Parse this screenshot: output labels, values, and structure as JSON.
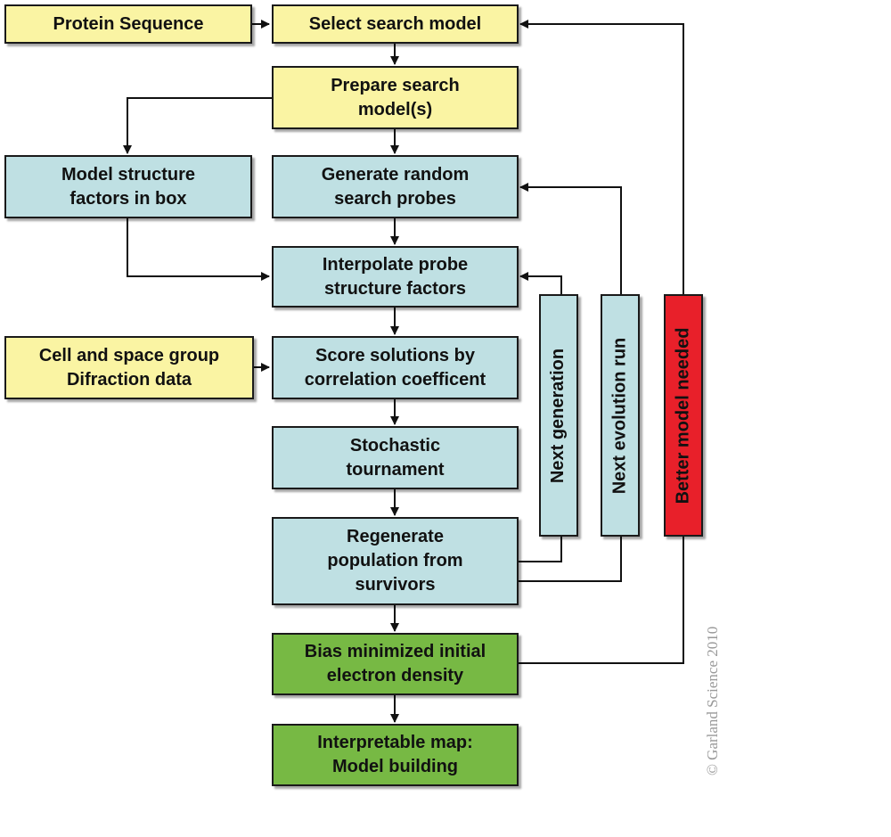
{
  "nodes": {
    "protein_sequence": "Protein Sequence",
    "select_search_model": "Select search model",
    "prepare_search_model": "Prepare search\nmodel(s)",
    "model_structure_factors": "Model structure\nfactors in box",
    "generate_random_probes": "Generate random\nsearch probes",
    "interpolate_probe": "Interpolate probe\nstructure factors",
    "cell_space_group": "Cell and space group\nDifraction data",
    "score_solutions": "Score solutions by\ncorrelation coefficent",
    "stochastic_tournament": "Stochastic\ntournament",
    "regenerate_population": "Regenerate\npopulation from\nsurvivors",
    "bias_minimized": "Bias minimized initial\nelectron density",
    "interpretable_map": "Interpretable map:\nModel building",
    "next_generation": "Next generation",
    "next_evolution_run": "Next  evolution run",
    "better_model_needed": "Better model needed"
  },
  "colors": {
    "input": "#faf4a3",
    "process": "#bfe0e3",
    "output": "#77b944",
    "alert": "#e8202a"
  },
  "copyright": "© Garland Science 2010"
}
